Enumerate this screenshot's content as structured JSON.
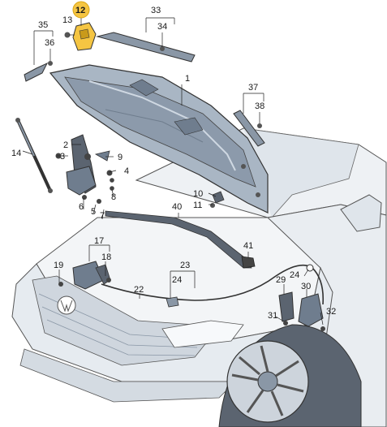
{
  "diagram": {
    "callouts": [
      {
        "id": "c1",
        "text": "1"
      },
      {
        "id": "c2",
        "text": "2"
      },
      {
        "id": "c3",
        "text": "3"
      },
      {
        "id": "c4",
        "text": "4"
      },
      {
        "id": "c5",
        "text": "5"
      },
      {
        "id": "c6",
        "text": "6"
      },
      {
        "id": "c7",
        "text": "7"
      },
      {
        "id": "c8",
        "text": "8"
      },
      {
        "id": "c9",
        "text": "9"
      },
      {
        "id": "c10",
        "text": "10"
      },
      {
        "id": "c11",
        "text": "11"
      },
      {
        "id": "c12",
        "text": "12",
        "highlighted": true
      },
      {
        "id": "c13",
        "text": "13"
      },
      {
        "id": "c14",
        "text": "14"
      },
      {
        "id": "c17",
        "text": "17"
      },
      {
        "id": "c18",
        "text": "18"
      },
      {
        "id": "c19",
        "text": "19"
      },
      {
        "id": "c22",
        "text": "22"
      },
      {
        "id": "c23",
        "text": "23"
      },
      {
        "id": "c24a",
        "text": "24"
      },
      {
        "id": "c24b",
        "text": "24"
      },
      {
        "id": "c29",
        "text": "29"
      },
      {
        "id": "c30",
        "text": "30"
      },
      {
        "id": "c31",
        "text": "31"
      },
      {
        "id": "c32",
        "text": "32"
      },
      {
        "id": "c33",
        "text": "33"
      },
      {
        "id": "c34",
        "text": "34"
      },
      {
        "id": "c35",
        "text": "35"
      },
      {
        "id": "c36",
        "text": "36"
      },
      {
        "id": "c37",
        "text": "37"
      },
      {
        "id": "c38",
        "text": "38"
      },
      {
        "id": "c40",
        "text": "40"
      },
      {
        "id": "c41",
        "text": "41"
      }
    ],
    "colors": {
      "highlight": "#f5c542",
      "part_fill": "#dde3ea",
      "part_dark": "#8a97a6",
      "line": "#2a2a2a",
      "car_body": "#eef1f4"
    }
  }
}
